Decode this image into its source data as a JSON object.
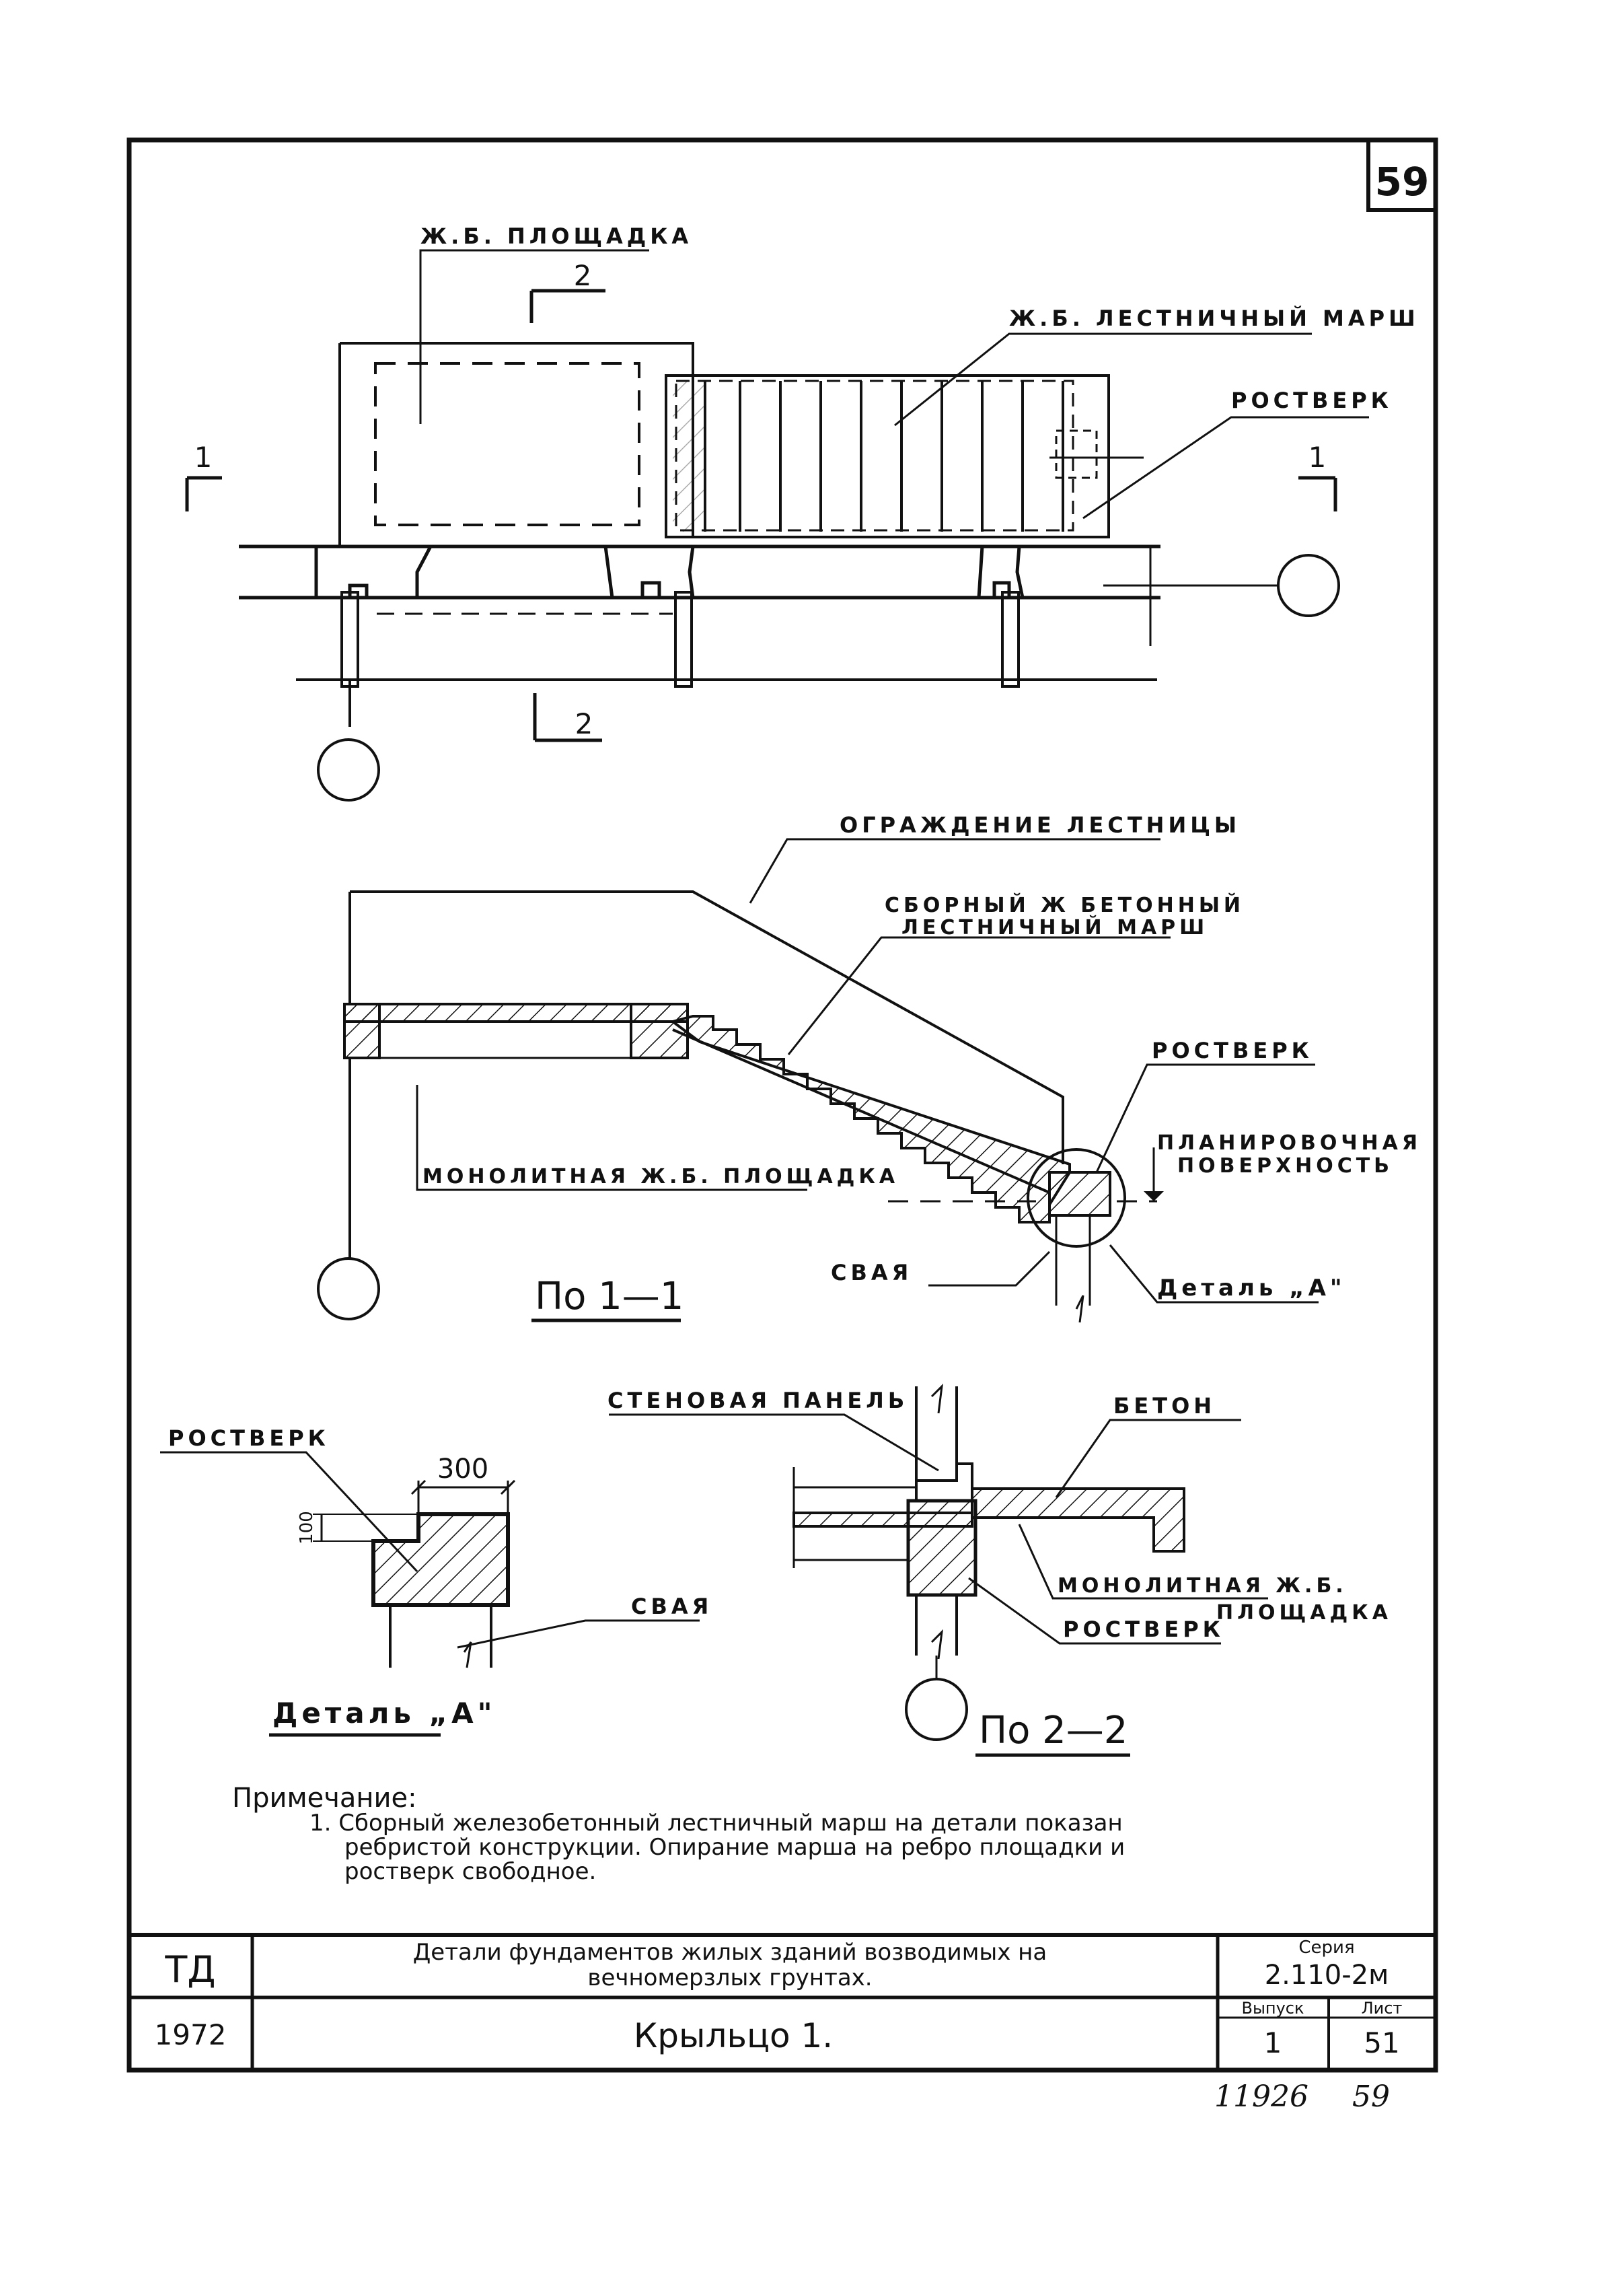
{
  "sheet": {
    "number": "59",
    "footer_code": "11926",
    "footer_page": "59"
  },
  "plan": {
    "label_platform": "Ж.Б. ПЛОЩАДКА",
    "label_stair": "Ж.Б. ЛЕСТНИЧНЫЙ МАРШ",
    "label_rostverk": "РОСТВЕРК",
    "cut_1_left": "1",
    "cut_1_right": "1",
    "cut_2_top": "2",
    "cut_2_bottom": "2"
  },
  "section_1_1": {
    "label_railing": "ОГРАЖДЕНИЕ ЛЕСТНИЦЫ",
    "label_stair_line1": "СБОРНЫЙ Ж БЕТОННЫЙ",
    "label_stair_line2": "ЛЕСТНИЧНЫЙ МАРШ",
    "label_rostverk": "РОСТВЕРК",
    "label_grade_line1": "ПЛАНИРОВОЧНАЯ",
    "label_grade_line2": "ПОВЕРХНОСТЬ",
    "label_platform": "МОНОЛИТНАЯ Ж.Б. ПЛОЩАДКА",
    "label_pile": "СВАЯ",
    "label_detail": "Деталь „А\"",
    "title": "По 1—1"
  },
  "detail_a": {
    "label_rostverk": "РОСТВЕРК",
    "dim_width": "300",
    "dim_height": "100",
    "label_pile": "СВАЯ",
    "title": "Деталь „А\""
  },
  "section_2_2": {
    "label_wall": "СТЕНОВАЯ ПАНЕЛЬ",
    "label_concrete": "БЕТОН",
    "label_platform_line1": "МОНОЛИТНАЯ Ж.Б.",
    "label_platform_line2": "ПЛОЩАДКА",
    "label_rostverk": "РОСТВЕРК",
    "title": "По 2—2"
  },
  "note": {
    "heading": "Примечание:",
    "line1": "1. Сборный железобетонный лестничный марш на детали показан",
    "line2": "ребристой конструкции. Опирание марша на ребро площадки и",
    "line3": "ростверк свободное."
  },
  "title_block": {
    "org": "ТД",
    "year": "1972",
    "title_line1": "Детали фундаментов жилых зданий возводимых на",
    "title_line2": "вечномерзлых грунтах.",
    "sheet_name": "Крыльцо 1.",
    "series_label": "Серия",
    "series_value": "2.110-2м",
    "issue_label": "Выпуск",
    "issue_value": "1",
    "sheet_label": "Лист",
    "sheet_value": "51"
  }
}
